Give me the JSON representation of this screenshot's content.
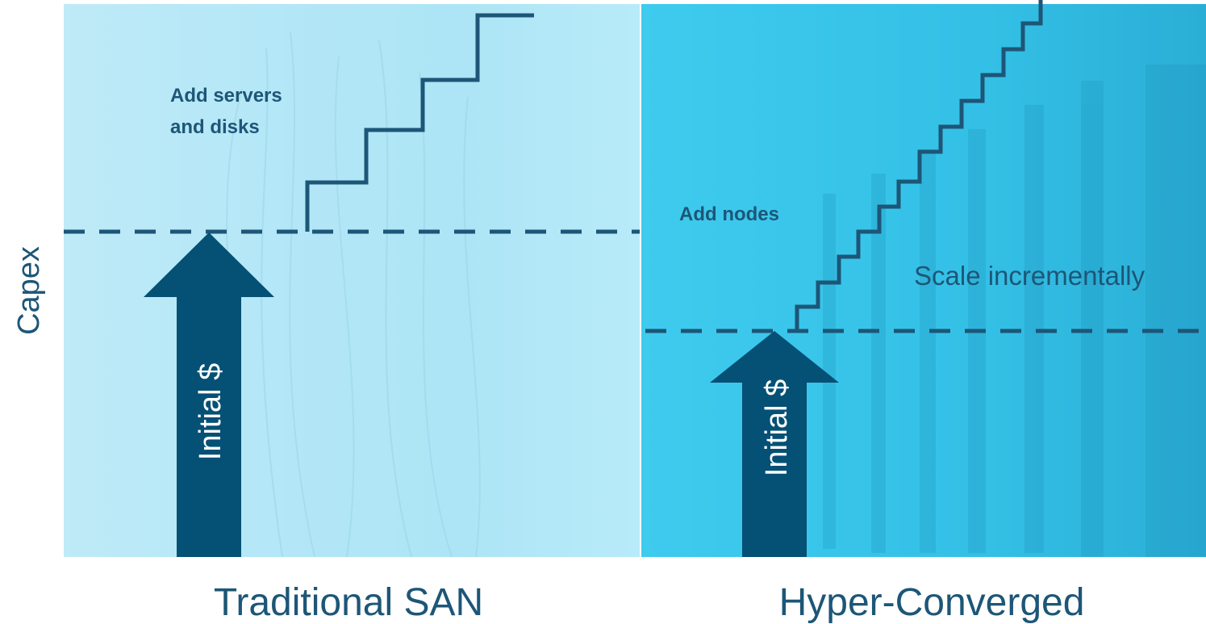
{
  "axis": {
    "y_label": "Capex"
  },
  "panels": {
    "traditional": {
      "caption": "Traditional SAN",
      "step_label_line1": "Add servers",
      "step_label_line2": "and disks",
      "arrow_label": "Initial $"
    },
    "hyper": {
      "caption": "Hyper-Converged",
      "step_label": "Add nodes",
      "scale_label": "Scale incrementally",
      "arrow_label": "Initial $"
    }
  },
  "colors": {
    "left_panel_bg": "#b3e8f8",
    "right_panel_bg": "#38c4e8",
    "dark_blue": "#055075",
    "text_blue": "#1d5677"
  }
}
